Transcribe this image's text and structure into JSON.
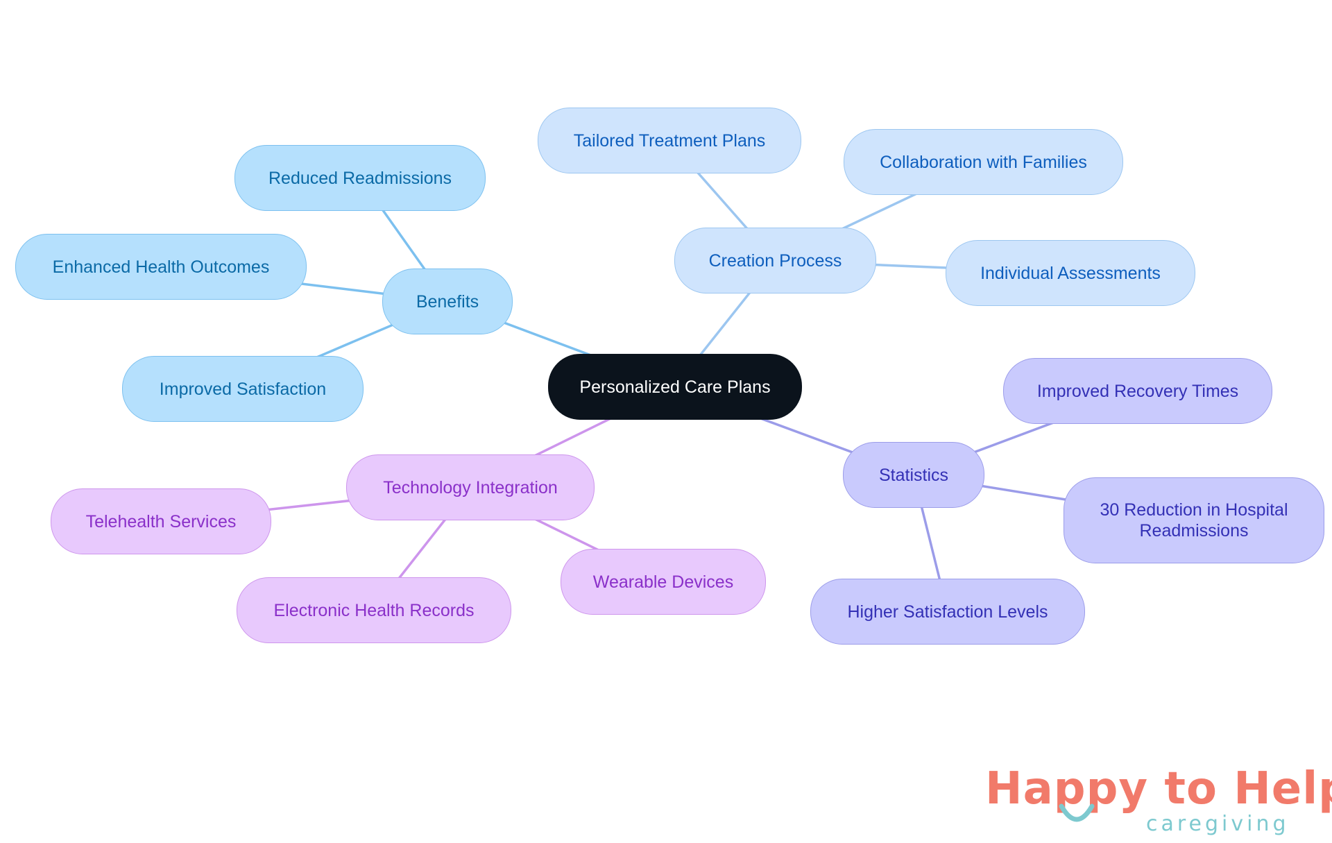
{
  "diagram": {
    "root": {
      "id": "root",
      "label": "Personalized Care Plans"
    },
    "branches": [
      {
        "id": "benefits",
        "label": "Benefits",
        "color": "#7cc0ef",
        "children": [
          {
            "id": "reduced-readmissions",
            "label": "Reduced Readmissions"
          },
          {
            "id": "enhanced-health-outcomes",
            "label": "Enhanced Health Outcomes"
          },
          {
            "id": "improved-satisfaction",
            "label": "Improved Satisfaction"
          }
        ]
      },
      {
        "id": "creation-process",
        "label": "Creation Process",
        "color": "#9cc6f0",
        "children": [
          {
            "id": "tailored-treatment-plans",
            "label": "Tailored Treatment Plans"
          },
          {
            "id": "collaboration-with-families",
            "label": "Collaboration with Families"
          },
          {
            "id": "individual-assessments",
            "label": "Individual Assessments"
          }
        ]
      },
      {
        "id": "statistics",
        "label": "Statistics",
        "color": "#9b9ce9",
        "children": [
          {
            "id": "improved-recovery-times",
            "label": "Improved Recovery Times"
          },
          {
            "id": "reduction-hospital-readmissions",
            "label": "30 Reduction in Hospital Readmissions"
          },
          {
            "id": "higher-satisfaction-levels",
            "label": "Higher Satisfaction Levels"
          }
        ]
      },
      {
        "id": "technology-integration",
        "label": "Technology Integration",
        "color": "#cd95ec",
        "children": [
          {
            "id": "telehealth-services",
            "label": "Telehealth Services"
          },
          {
            "id": "electronic-health-records",
            "label": "Electronic Health Records"
          },
          {
            "id": "wearable-devices",
            "label": "Wearable Devices"
          }
        ]
      }
    ]
  },
  "logo": {
    "main": "Happy to Help",
    "sub": "caregiving",
    "colors": {
      "main": "#f17a6a",
      "sub": "#7dc9cf"
    }
  }
}
